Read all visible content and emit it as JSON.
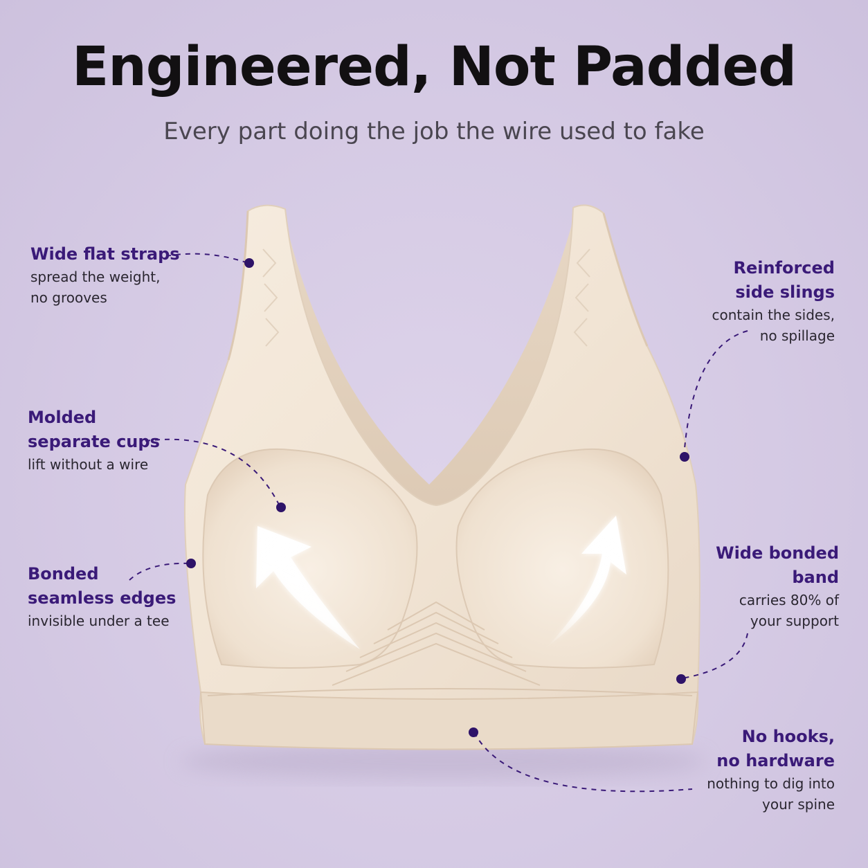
{
  "header": {
    "title": "Engineered, Not Padded",
    "subtitle": "Every part doing the job the wire used to fake"
  },
  "callouts": {
    "straps": {
      "title": "Wide flat straps",
      "desc1": "spread the weight,",
      "desc2": "no grooves"
    },
    "cups": {
      "title1": "Molded",
      "title2": "separate cups",
      "desc1": "lift without a wire"
    },
    "edges": {
      "title1": "Bonded",
      "title2": "seamless edges",
      "desc1": "invisible under a tee"
    },
    "slings": {
      "title1": "Reinforced",
      "title2": "side slings",
      "desc1": "contain the sides,",
      "desc2": "no spillage"
    },
    "band": {
      "title1": "Wide bonded",
      "title2": "band",
      "desc1": "carries 80% of",
      "desc2": "your support"
    },
    "hooks": {
      "title1": "No hooks,",
      "title2": "no hardware",
      "desc1": "nothing to dig into",
      "desc2": "your spine"
    }
  },
  "colors": {
    "background": "#d8cde6",
    "accent": "#3a1a78",
    "fabric": "#f2e6d8",
    "text": "#121012"
  },
  "icons": [
    "lift-arrow-icon",
    "callout-dot-icon"
  ]
}
